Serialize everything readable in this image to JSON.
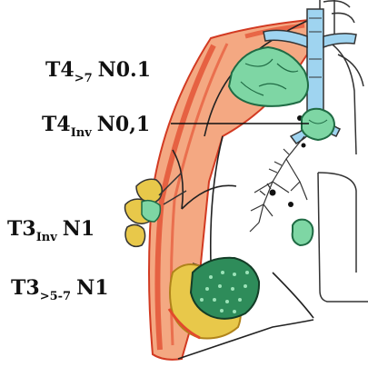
{
  "labels": [
    {
      "main": "T4",
      "sub": ">7",
      "stage": "N0.1"
    },
    {
      "main": "T4",
      "sub": "Inv",
      "stage": "N0,1"
    },
    {
      "main": "T3",
      "sub": "Inv",
      "stage": "N1"
    },
    {
      "main": "T3",
      "sub": ">5-7",
      "stage": "N1"
    }
  ],
  "colors": {
    "tumor_fill": "#7ed6a4",
    "tumor_dark": "#1f6b44",
    "pleura_red": "#e24a2c",
    "pleura_fill": "#f4a882",
    "airway_blue": "#9fd4f0",
    "diaphragm_yellow": "#e8c84a",
    "outline": "#222222"
  }
}
